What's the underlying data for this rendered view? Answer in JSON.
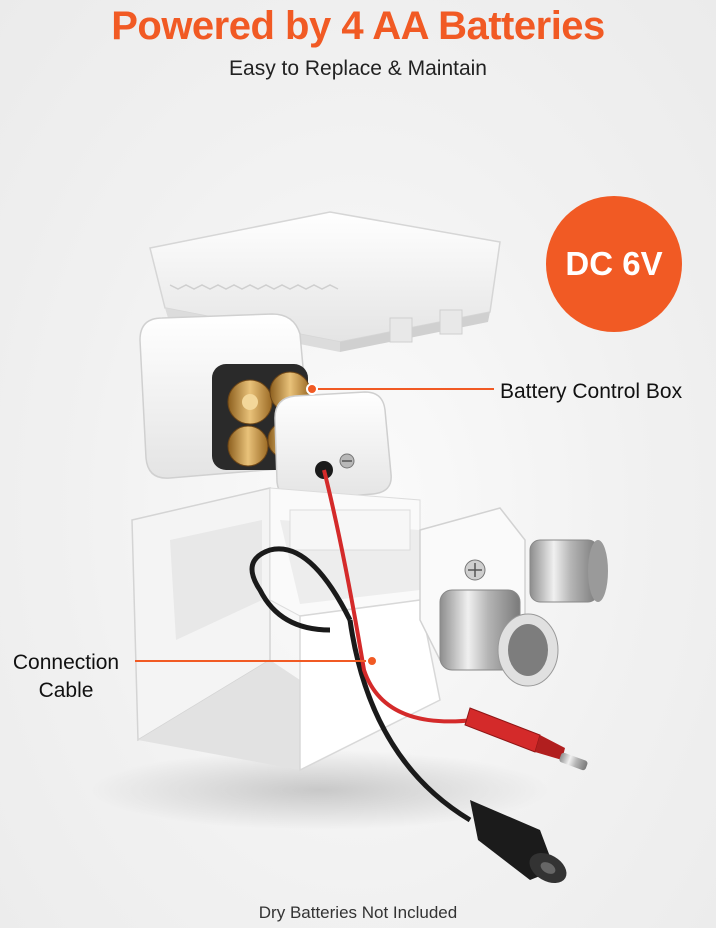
{
  "headline": "Powered by 4 AA Batteries",
  "subheadline": "Easy to Replace & Maintain",
  "badge": "DC 6V",
  "callouts": {
    "battery_box": "Battery Control Box",
    "cable_line1": "Connection",
    "cable_line2": "Cable"
  },
  "footer": "Dry Batteries Not Included",
  "colors": {
    "accent": "#f15a24",
    "wire_red": "#d42a2a",
    "wire_black": "#1a1a1a",
    "housing": "#ffffff",
    "metal": "#c9c9c9",
    "battery_gold": "#c8923a"
  }
}
